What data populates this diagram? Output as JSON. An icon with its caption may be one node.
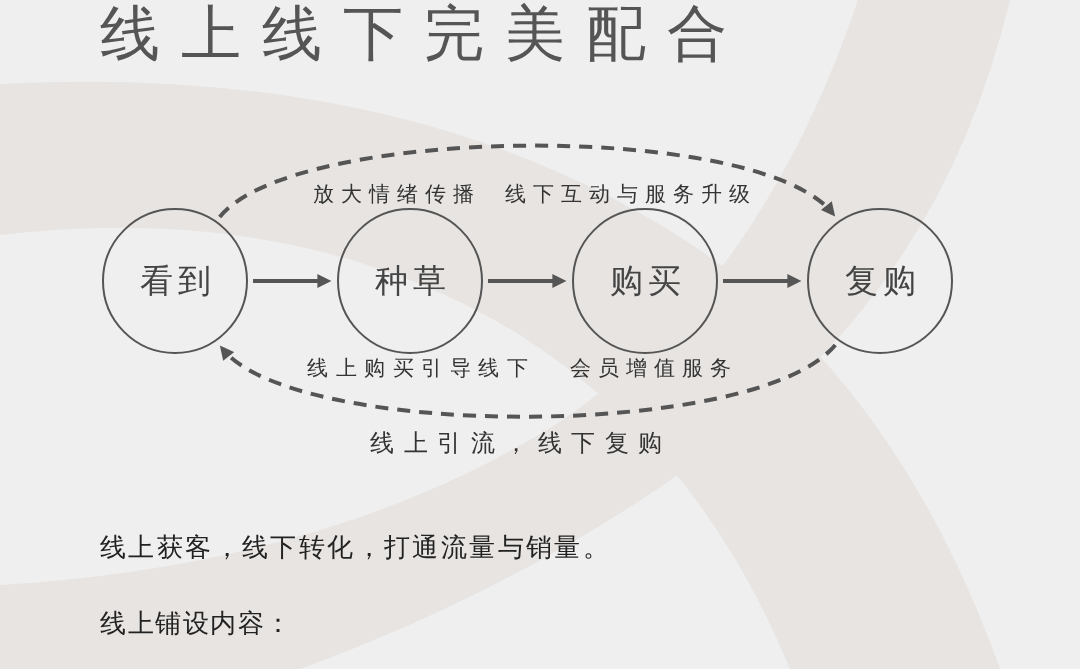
{
  "diagram": {
    "title": "线上线下完美配合",
    "nodes": [
      {
        "text": [
          "看到"
        ]
      },
      {
        "text": [
          "种草"
        ]
      },
      {
        "text": [
          "购买"
        ]
      },
      {
        "text": [
          "复购"
        ]
      }
    ],
    "edges": [
      {
        "from": 0,
        "to": 1,
        "arrow": "to"
      },
      {
        "from": 1,
        "to": 2,
        "arrow": "to"
      },
      {
        "from": 2,
        "to": 3,
        "arrow": "to"
      },
      {
        "from": 0,
        "to": 3,
        "arrow": "to",
        "style": "dashed"
      },
      {
        "from": 3,
        "to": 0,
        "arrow": "to",
        "style": "dashed"
      }
    ],
    "labels": [
      "放大情绪传播",
      "线下互动与服务升级",
      "线上购买引导线下",
      "会员增值服务",
      "线上引流，线下复购",
      "线上获客，线下转化，打通流量与销量。",
      "线上铺设内容："
    ]
  }
}
